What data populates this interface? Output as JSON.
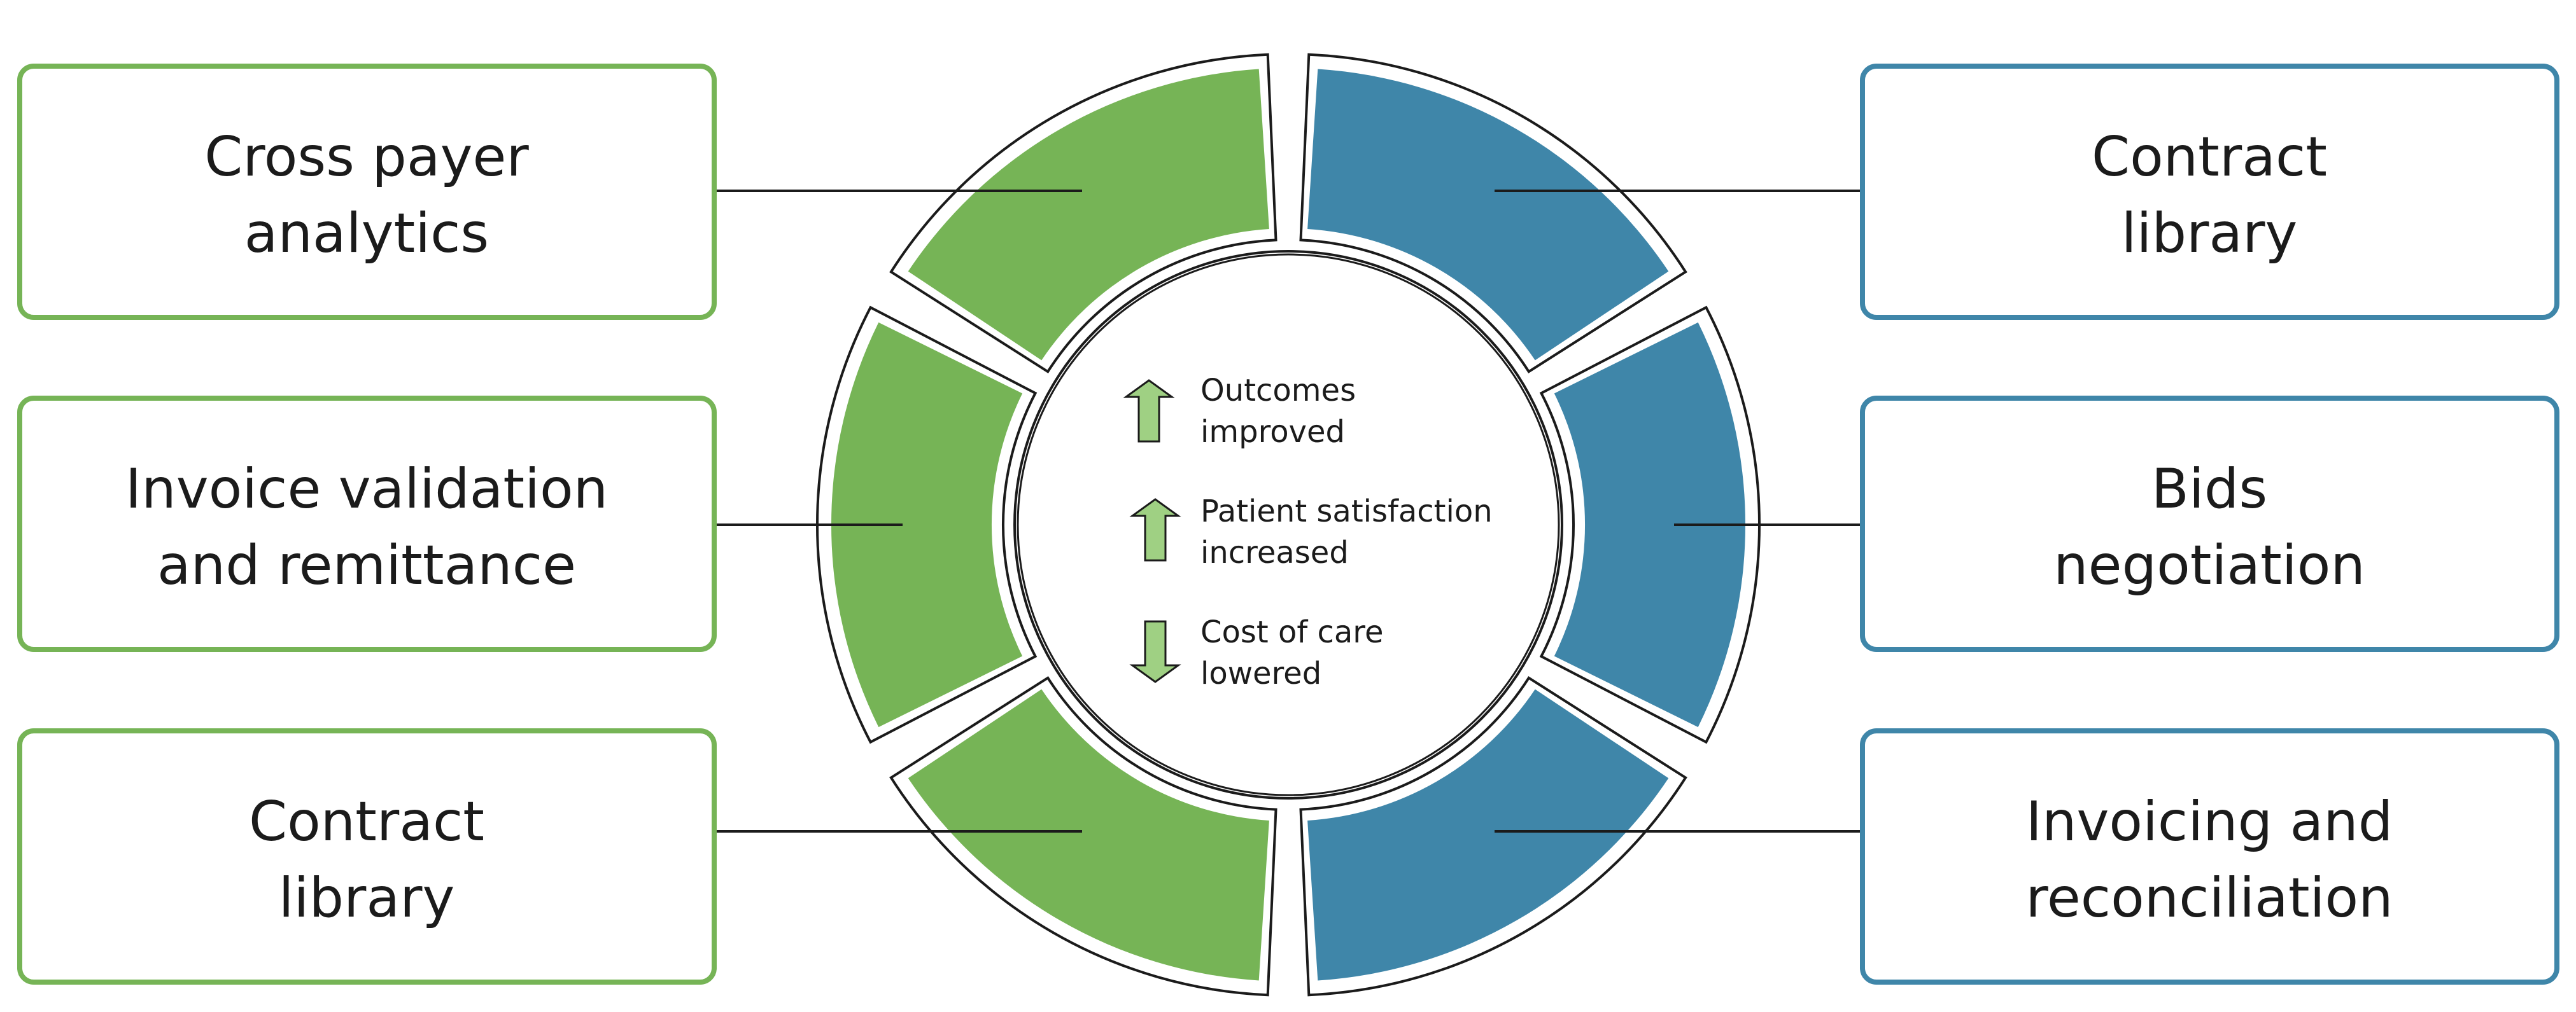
{
  "colors": {
    "left_accent": "#76b456",
    "right_accent": "#3f86a9",
    "outline": "#1b1b1b",
    "arrow_fill": "#9fd083",
    "background": "#ffffff"
  },
  "left_boxes": [
    {
      "lines": [
        "Cross payer",
        "analytics"
      ]
    },
    {
      "lines": [
        "Invoice validation",
        "and remittance"
      ]
    },
    {
      "lines": [
        "Contract",
        "library"
      ]
    }
  ],
  "right_boxes": [
    {
      "lines": [
        "Contract",
        "library"
      ]
    },
    {
      "lines": [
        "Bids",
        "negotiation"
      ]
    },
    {
      "lines": [
        "Invoicing and",
        "reconciliation"
      ]
    }
  ],
  "outcomes": [
    {
      "direction": "up",
      "icon": "arrow-up-icon",
      "lines": [
        "Outcomes",
        "improved"
      ]
    },
    {
      "direction": "up",
      "icon": "arrow-up-icon",
      "lines": [
        "Patient satisfaction",
        "increased"
      ]
    },
    {
      "direction": "down",
      "icon": "arrow-down-icon",
      "lines": [
        "Cost of care",
        "lowered"
      ]
    }
  ]
}
